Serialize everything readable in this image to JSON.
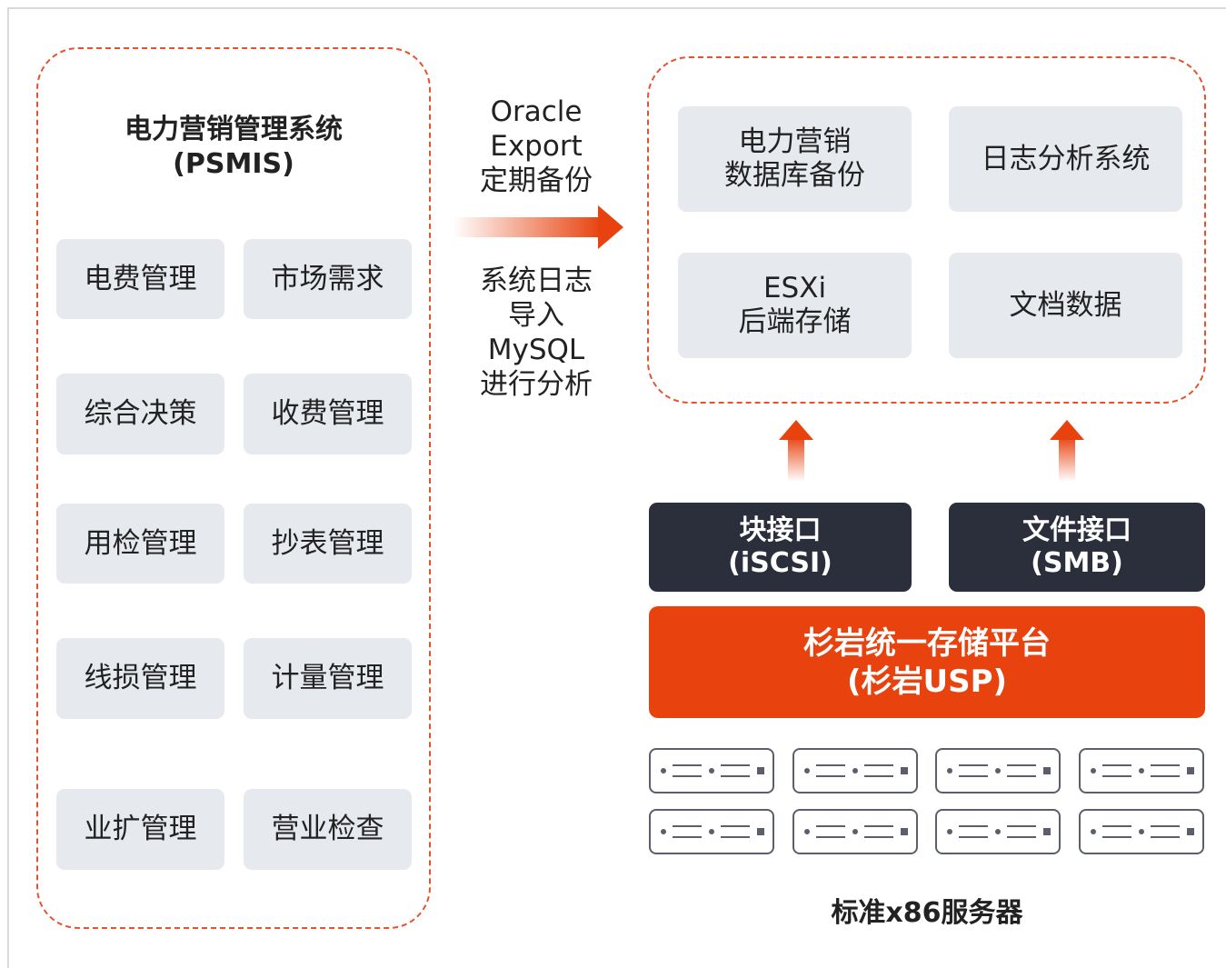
{
  "left_system": {
    "title": "电力营销管理系统",
    "subtitle": "(PSMIS)",
    "modules": [
      "电费管理",
      "市场需求",
      "综合决策",
      "收费管理",
      "用检管理",
      "抄表管理",
      "线损管理",
      "计量管理",
      "业扩管理",
      "营业检查"
    ]
  },
  "flow": {
    "backup_lines": [
      "Oracle",
      "Export",
      "定期备份"
    ],
    "log_lines": [
      "系统日志",
      "导入",
      "MySQL",
      "进行分析"
    ]
  },
  "storage_uses": [
    {
      "lines": [
        "电力营销",
        "数据库备份"
      ]
    },
    {
      "lines": [
        "日志分析系统"
      ]
    },
    {
      "lines": [
        "ESXi",
        "后端存储"
      ]
    },
    {
      "lines": [
        "文档数据"
      ]
    }
  ],
  "interfaces": {
    "block": {
      "label": "块接口",
      "protocol": "(iSCSI)"
    },
    "file": {
      "label": "文件接口",
      "protocol": "(SMB)"
    }
  },
  "platform": {
    "name": "杉岩统一存储平台",
    "short": "(杉岩USP)"
  },
  "servers_label": "标准x86服务器",
  "colors": {
    "accent": "#e8420f",
    "dashed": "#e8502e",
    "dark": "#2b2f3c",
    "tile": "#e6e9ee"
  },
  "icons": [
    "arrow-right-icon",
    "arrow-up-icon",
    "server-icon"
  ]
}
